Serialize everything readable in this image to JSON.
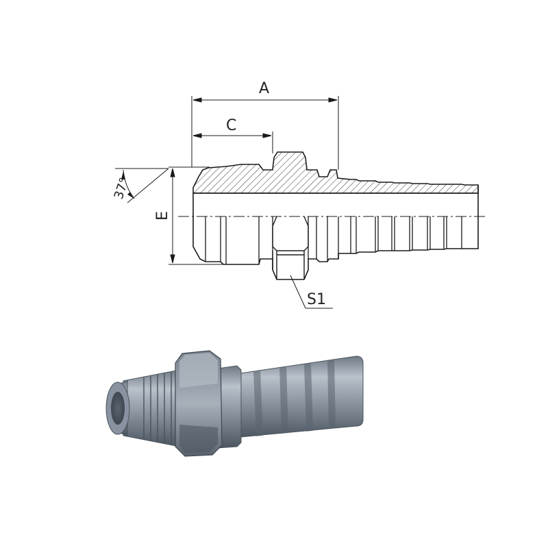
{
  "labels": {
    "dimension_a": "A",
    "dimension_c": "C",
    "dimension_e": "E",
    "angle": "37°",
    "hex_size": "S1"
  },
  "colors": {
    "line": "#1a1a1a",
    "hatch": "#333333",
    "steel_light": "#a9b2bd",
    "steel_mid": "#7d8894",
    "steel_dark": "#55606b",
    "steel_shadow": "#434c56"
  }
}
